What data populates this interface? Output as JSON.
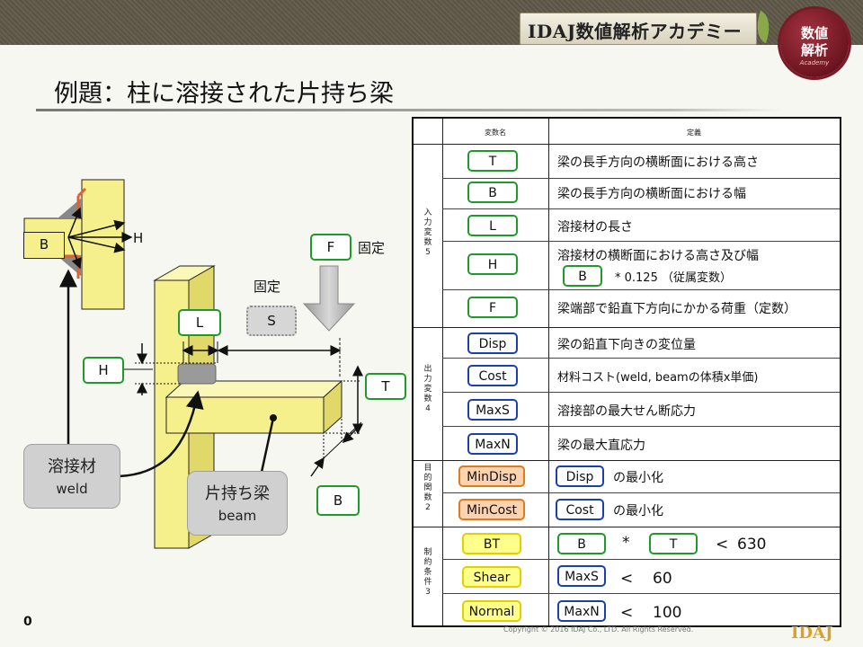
{
  "header": {
    "brand": "IDAJ数値解析アカデミー",
    "seal_line1": "数値",
    "seal_line2": "解析",
    "seal_line3": "Academy"
  },
  "title": "例題：柱に溶接された片持ち梁",
  "footer": {
    "page_number": "0",
    "copyright": "Copyright © 2016 IDAJ Co., LTD. All Rights Reserved.",
    "logo": "IDAJ"
  },
  "diagram": {
    "labels": {
      "B": "B",
      "H": "H",
      "F": "F",
      "fixed1": "固定",
      "fixed2": "固定",
      "S": "S",
      "L": "L",
      "H_box": "H",
      "T": "T",
      "B_box": "B"
    },
    "weld_callout": {
      "jp": "溶接材",
      "en": "weld"
    },
    "beam_callout": {
      "jp": "片持ち梁",
      "en": "beam"
    },
    "colors": {
      "beam": "#f5f08c",
      "weld": "#9a9a9a",
      "green": "#1f9a2a"
    }
  },
  "table": {
    "headers": {
      "name": "変数名",
      "definition": "定義"
    },
    "groups": {
      "input": "入力変数5",
      "output": "出力変数4",
      "objective": "目的関数2",
      "constraint": "制約条件3"
    },
    "inputs": [
      {
        "name": "T",
        "definition": "梁の長手方向の横断面における高さ"
      },
      {
        "name": "B",
        "definition": "梁の長手方向の横断面における幅"
      },
      {
        "name": "L",
        "definition": "溶接材の長さ"
      },
      {
        "name": "H",
        "definition": "溶接材の横断面における高さ及び幅",
        "sub_var": "B",
        "sub_text": "* 0.125 （従属変数）"
      },
      {
        "name": "F",
        "definition": "梁端部で鉛直下方向にかかる荷重（定数）"
      }
    ],
    "outputs": [
      {
        "name": "Disp",
        "definition": "梁の鉛直下向きの変位量"
      },
      {
        "name": "Cost",
        "definition": "材料コスト(weld, beamの体積x単価)"
      },
      {
        "name": "MaxS",
        "definition": "溶接部の最大せん断応力"
      },
      {
        "name": "MaxN",
        "definition": "梁の最大直応力"
      }
    ],
    "objectives": [
      {
        "name": "MinDisp",
        "var": "Disp",
        "text": "の最小化"
      },
      {
        "name": "MinCost",
        "var": "Cost",
        "text": "の最小化"
      }
    ],
    "constraints": [
      {
        "name": "BT",
        "var1": "B",
        "op": "*",
        "var2": "T",
        "rel": "<",
        "value": "630"
      },
      {
        "name": "Shear",
        "var1": "MaxS",
        "rel": "<",
        "value": "60"
      },
      {
        "name": "Normal",
        "var1": "MaxN",
        "rel": "<",
        "value": "100"
      }
    ],
    "colors": {
      "input": "#1f9a2a",
      "output": "#1a3fb0",
      "objective": "#e07a1c",
      "constraint": "#e2d100"
    }
  }
}
